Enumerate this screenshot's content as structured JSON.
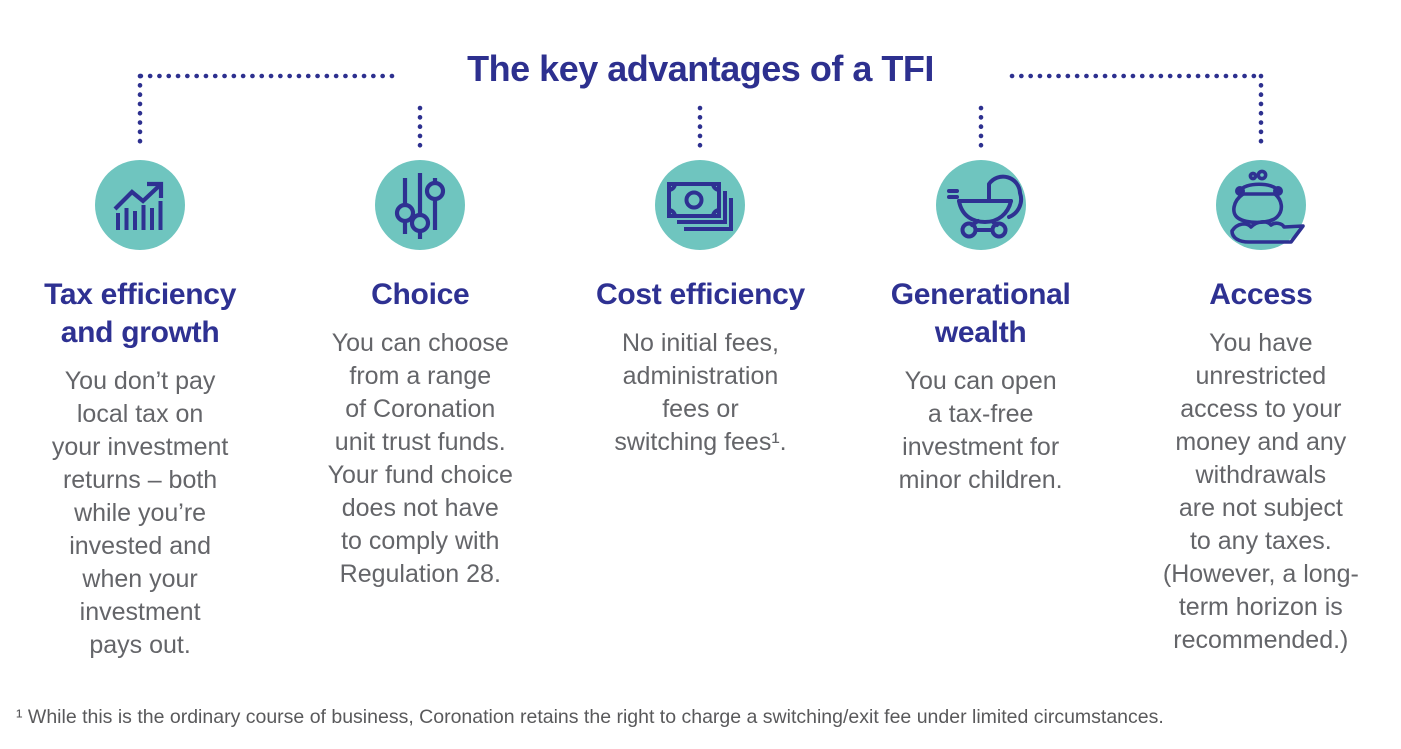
{
  "title": "The key advantages of a TFI",
  "colors": {
    "navy": "#2d308f",
    "heading_navy": "#2e3192",
    "icon_teal": "#6fc5bf",
    "body_gray": "#646569",
    "footnote_gray": "#59595b"
  },
  "columns": [
    {
      "icon": "growth-chart-icon",
      "heading": "Tax efficiency\nand growth",
      "body": "You don’t pay\nlocal tax on\nyour investment\nreturns – both\nwhile you’re\ninvested and\nwhen your\ninvestment\npays out."
    },
    {
      "icon": "sliders-icon",
      "heading": "Choice",
      "body": "You can choose\nfrom a range\nof Coronation\nunit trust funds.\nYour fund choice\ndoes not have\nto comply with\nRegulation 28."
    },
    {
      "icon": "banknotes-icon",
      "heading": "Cost efficiency",
      "body": "No initial fees,\nadministration\nfees or\nswitching fees¹."
    },
    {
      "icon": "pram-icon",
      "heading": "Generational\nwealth",
      "body": "You can open\na tax-free\ninvestment for\nminor children."
    },
    {
      "icon": "purse-hand-icon",
      "heading": "Access",
      "body": "You have\nunrestricted\naccess to your\nmoney and any\nwithdrawals\nare not subject\nto any taxes.\n(However, a long-\nterm horizon is\nrecommended.)"
    }
  ],
  "footnote": "¹ While this is the ordinary course of business, Coronation retains the right to charge a switching/exit fee under limited circumstances."
}
